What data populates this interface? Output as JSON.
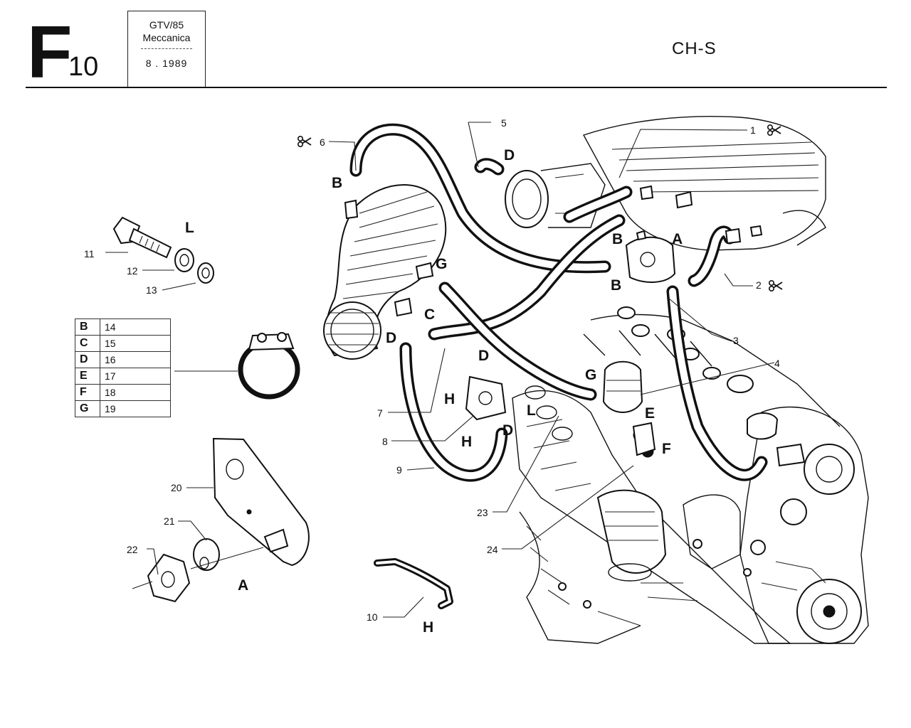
{
  "header": {
    "sheet_letter": "F",
    "sheet_number": "10",
    "model": "GTV/85",
    "section": "Meccanica",
    "date": "8 . 1989",
    "variant": "CH-S"
  },
  "legend": [
    {
      "code": "B",
      "part": "14"
    },
    {
      "code": "C",
      "part": "15"
    },
    {
      "code": "D",
      "part": "16"
    },
    {
      "code": "E",
      "part": "17"
    },
    {
      "code": "F",
      "part": "18"
    },
    {
      "code": "G",
      "part": "19"
    }
  ],
  "callouts": {
    "n1": "1",
    "n2": "2",
    "n3": "3",
    "n4": "4",
    "n5": "5",
    "n6": "6",
    "n7": "7",
    "n8": "8",
    "n9": "9",
    "n10": "10",
    "n11": "11",
    "n12": "12",
    "n13": "13",
    "n20": "20",
    "n21": "21",
    "n22": "22",
    "n23": "23",
    "n24": "24"
  },
  "letters": {
    "L": "L",
    "A": "A",
    "B": "B",
    "C": "C",
    "D": "D",
    "E": "E",
    "F": "F",
    "G": "G",
    "H": "H"
  },
  "icons": [
    "scissors-icon"
  ]
}
